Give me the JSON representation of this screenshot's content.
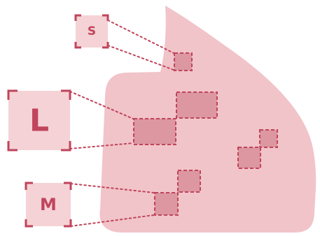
{
  "labels": {
    "small": "S",
    "large": "L",
    "medium": "M"
  },
  "colors": {
    "shape_fill": "#f1c4c9",
    "box_fill": "#dc97a0",
    "accent": "#c0445b",
    "label_bg": "#f5d2d6",
    "background": "#ffffff"
  }
}
